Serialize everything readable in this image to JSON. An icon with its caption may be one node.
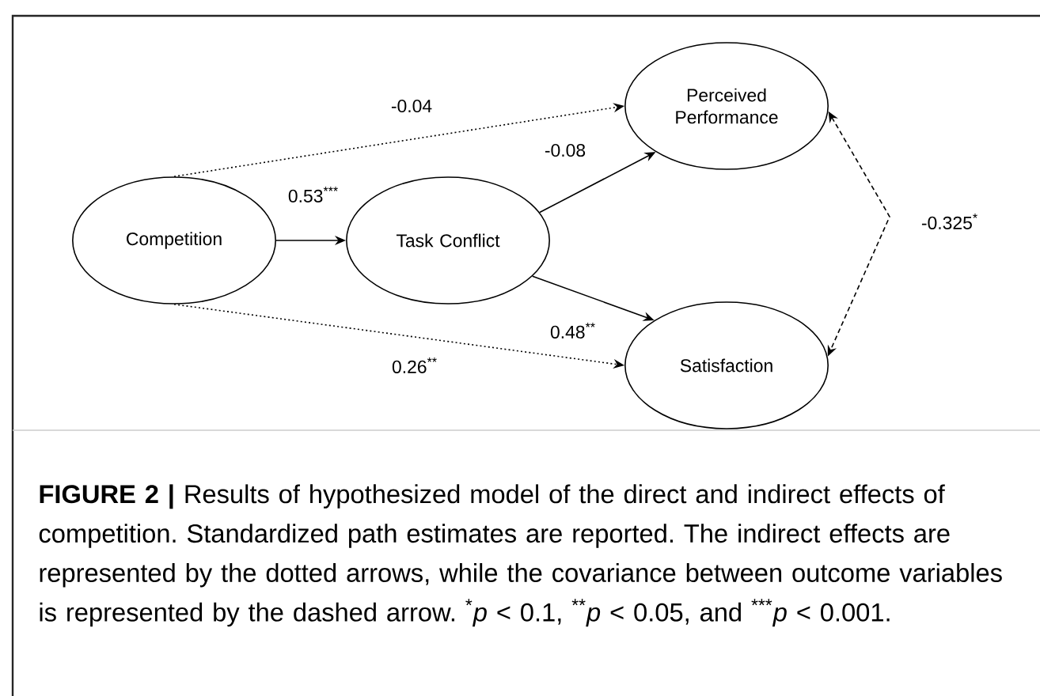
{
  "diagram": {
    "caption": "**FIGURE 2 |** Results of hypothesized model of the direct and indirect effects of competition. Standardized path estimates are reported. The indirect effects are represented by the dotted arrows, while the covariance between outcome variables is represented by the dashed arrow. $^{*}$*p* < 0.1, $^{**}$*p* < 0.05, and $^{***}$*p* < 0.001.",
    "nodes": [
      {
        "text": [
          "Competition"
        ]
      },
      {
        "text": [
          "Task Conflict"
        ]
      },
      {
        "text": [
          "Perceived Performance"
        ]
      },
      {
        "text": [
          "Satisfaction"
        ]
      }
    ],
    "edges": [
      {
        "from": 0,
        "to": 1,
        "arrow": "to",
        "label": "0.53$^{***}$"
      },
      {
        "from": 1,
        "to": 2,
        "arrow": "to",
        "label": "-0.08"
      },
      {
        "from": 1,
        "to": 3,
        "arrow": "to",
        "label": "0.48$^{**}$"
      },
      {
        "from": 0,
        "to": 2,
        "arrow": "to",
        "label": "-0.04",
        "style": "dashed"
      },
      {
        "from": 0,
        "to": 3,
        "arrow": "to",
        "label": "0.26$^{**}$",
        "style": "dashed"
      },
      {
        "from": 2,
        "to": 3,
        "arrow": "both",
        "label": "-0.325$^{*}$",
        "style": "dashed"
      }
    ]
  }
}
